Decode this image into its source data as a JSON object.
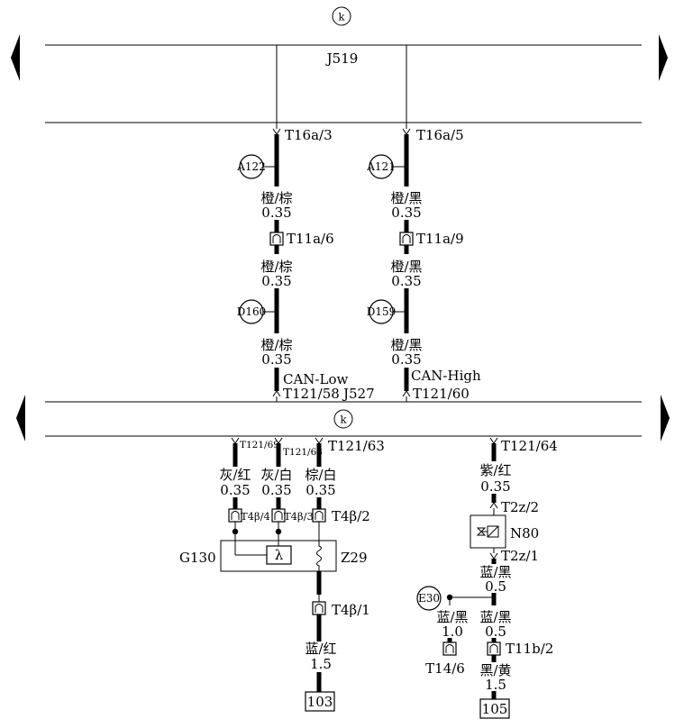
{
  "colors": {
    "line": "#000000",
    "background": "#ffffff"
  },
  "top_module": {
    "ground_symbol": "k",
    "name": "J519"
  },
  "bottom_module": {
    "ground_symbol": "k",
    "name": "J527"
  },
  "left_column": {
    "top_pin": "T16a/3",
    "splice_1": "A122",
    "wire_1": {
      "color": "橙/棕",
      "size": "0.35"
    },
    "connector": "T11a/6",
    "wire_2": {
      "color": "橙/棕",
      "size": "0.35"
    },
    "splice_2": "D160",
    "wire_3": {
      "color": "橙/棕",
      "size": "0.35"
    },
    "signal": "CAN-Low",
    "bottom_pin": "T121/58"
  },
  "right_column": {
    "top_pin": "T16a/5",
    "splice_1": "A121",
    "wire_1": {
      "color": "橙/黑",
      "size": "0.35"
    },
    "connector": "T11a/9",
    "wire_2": {
      "color": "橙/黑",
      "size": "0.35"
    },
    "splice_2": "D159",
    "wire_3": {
      "color": "橙/黑",
      "size": "0.35"
    },
    "signal": "CAN-High",
    "bottom_pin": "T121/60"
  },
  "lower_left": {
    "pins": [
      "T121/69",
      "T121/68",
      "T121/63"
    ],
    "wires": [
      {
        "color": "灰/红",
        "size": "0.35"
      },
      {
        "color": "灰/白",
        "size": "0.35"
      },
      {
        "color": "棕/白",
        "size": "0.35"
      }
    ],
    "connectors": [
      "T4β/4",
      "T4β/3",
      "T4β/2"
    ],
    "sensor_label": "G130",
    "sensor_symbol": "λ",
    "heater_label": "Z29",
    "connector_bottom": "T4β/1",
    "wire_bottom": {
      "color": "蓝/红",
      "size": "1.5"
    },
    "terminal": "103"
  },
  "lower_right": {
    "pin": "T121/64",
    "wire_1": {
      "color": "紫/红",
      "size": "0.35"
    },
    "valve_pin_top": "T2z/2",
    "valve_label": "N80",
    "valve_pin_bottom": "T2z/1",
    "wire_2": {
      "color": "蓝/黑",
      "size": "0.5"
    },
    "splice": "E30",
    "wire_left": {
      "color": "蓝/黑",
      "size": "1.0"
    },
    "wire_right": {
      "color": "蓝/黑",
      "size": "0.5"
    },
    "connector_left": "T14/6",
    "connector_right": "T11b/2",
    "wire_3": {
      "color": "黑/黄",
      "size": "1.5"
    },
    "terminal": "105"
  }
}
